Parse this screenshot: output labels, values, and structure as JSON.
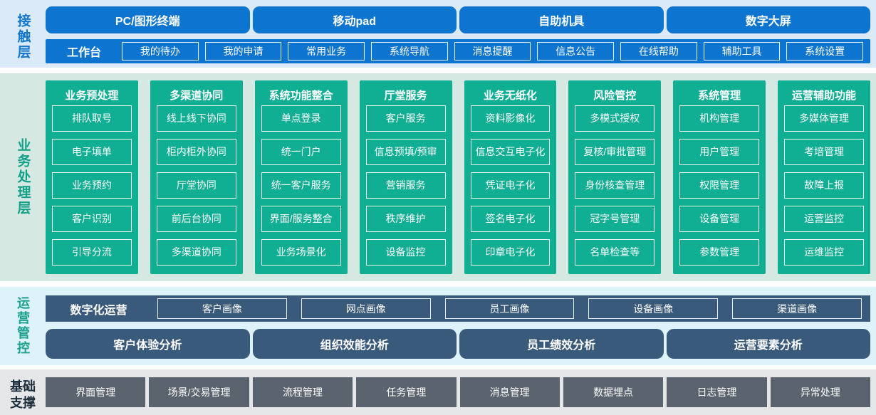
{
  "colors": {
    "blue": "#0d74cf",
    "green": "#10ae93",
    "dark_slate_blue": "#3a5a7c",
    "gray": "#5a636e",
    "bg_contact": "#daeaf8",
    "bg_business": "#d5e9e2",
    "bg_operation": "#def2f9",
    "bg_foundation": "#e4e6e8",
    "label_blue": "#1276cf",
    "label_green": "#12a188",
    "label_navy": "#1c2b3a"
  },
  "contact": {
    "label": "接触层",
    "terminals": [
      "PC/图形终端",
      "移动pad",
      "自助机具",
      "数字大屏"
    ],
    "workbench": {
      "label": "工作台",
      "items": [
        "我的待办",
        "我的申请",
        "常用业务",
        "系统导航",
        "消息提醒",
        "信息公告",
        "在线帮助",
        "辅助工具",
        "系统设置"
      ]
    }
  },
  "business": {
    "label": "业务处理层",
    "columns": [
      {
        "title": "业务预处理",
        "items": [
          "排队取号",
          "电子填单",
          "业务预约",
          "客户识别",
          "引导分流"
        ]
      },
      {
        "title": "多渠道协同",
        "items": [
          "线上线下协同",
          "柜内柜外协同",
          "厅堂协同",
          "前后台协同",
          "多渠道协同"
        ]
      },
      {
        "title": "系统功能整合",
        "items": [
          "单点登录",
          "统一门户",
          "统一客户服务",
          "界面/服务整合",
          "业务场景化"
        ]
      },
      {
        "title": "厅堂服务",
        "items": [
          "客户服务",
          "信息预填/预审",
          "营销服务",
          "秩序维护",
          "设备监控"
        ]
      },
      {
        "title": "业务无纸化",
        "items": [
          "资料影像化",
          "信息交互电子化",
          "凭证电子化",
          "签名电子化",
          "印章电子化"
        ]
      },
      {
        "title": "风险管控",
        "items": [
          "多模式授权",
          "复核/审批管理",
          "身份核查管理",
          "冠字号管理",
          "名单检查等"
        ]
      },
      {
        "title": "系统管理",
        "items": [
          "机构管理",
          "用户管理",
          "权限管理",
          "设备管理",
          "参数管理"
        ]
      },
      {
        "title": "运营辅助功能",
        "items": [
          "多媒体管理",
          "考培管理",
          "故障上报",
          "运营监控",
          "运维监控"
        ]
      }
    ]
  },
  "operation": {
    "label": "运营管控",
    "digital": {
      "label": "数字化运营",
      "items": [
        "客户画像",
        "网点画像",
        "员工画像",
        "设备画像",
        "渠道画像"
      ]
    },
    "analysis": [
      "客户体验分析",
      "组织效能分析",
      "员工绩效分析",
      "运营要素分析"
    ]
  },
  "foundation": {
    "label": "基础支撑",
    "items": [
      "界面管理",
      "场景/交易管理",
      "流程管理",
      "任务管理",
      "消息管理",
      "数据埋点",
      "日志管理",
      "异常处理"
    ]
  }
}
